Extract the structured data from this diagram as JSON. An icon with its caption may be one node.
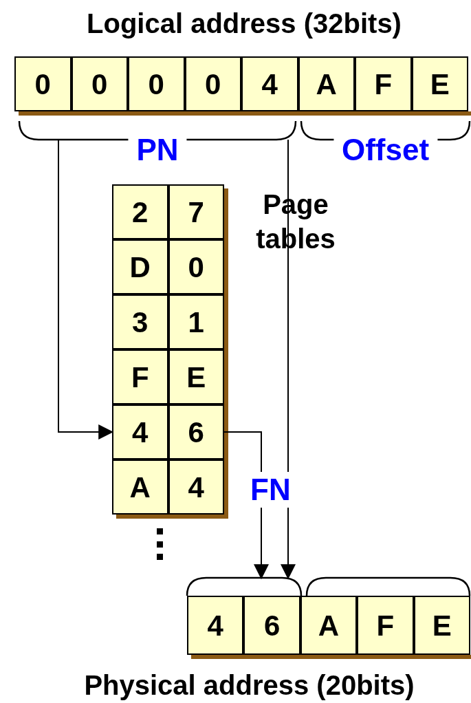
{
  "diagram": {
    "title": "Logical address (32bits)",
    "caption": "Physical address (20bits)",
    "nodes": [
      {
        "text": [
          "0"
        ]
      },
      {
        "text": [
          "0"
        ]
      },
      {
        "text": [
          "0"
        ]
      },
      {
        "text": [
          "0"
        ]
      },
      {
        "text": [
          "4"
        ]
      },
      {
        "text": [
          "A"
        ]
      },
      {
        "text": [
          "F"
        ]
      },
      {
        "text": [
          "E"
        ]
      },
      {
        "text": [
          "PN"
        ]
      },
      {
        "text": [
          "Offset"
        ]
      },
      {
        "text": [
          "2"
        ]
      },
      {
        "text": [
          "7"
        ]
      },
      {
        "text": [
          "D"
        ]
      },
      {
        "text": [
          "0"
        ]
      },
      {
        "text": [
          "3"
        ]
      },
      {
        "text": [
          "1"
        ]
      },
      {
        "text": [
          "F"
        ]
      },
      {
        "text": [
          "E"
        ]
      },
      {
        "text": [
          "4"
        ]
      },
      {
        "text": [
          "6"
        ]
      },
      {
        "text": [
          "A"
        ]
      },
      {
        "text": [
          "4"
        ]
      },
      {
        "text": [],
        "shape": "brace"
      },
      {
        "text": [
          "4"
        ]
      },
      {
        "text": [
          "6"
        ]
      },
      {
        "text": [
          "A"
        ]
      },
      {
        "text": [
          "F"
        ]
      },
      {
        "text": [
          "E"
        ]
      }
    ],
    "edges": [
      {
        "from": 8,
        "to": 18,
        "arrow": "to"
      },
      {
        "from": 8,
        "to": 22,
        "arrow": "to"
      },
      {
        "from": 19,
        "to": 22,
        "arrow": "to"
      }
    ],
    "labels": [
      "Page tables",
      "FN"
    ]
  }
}
